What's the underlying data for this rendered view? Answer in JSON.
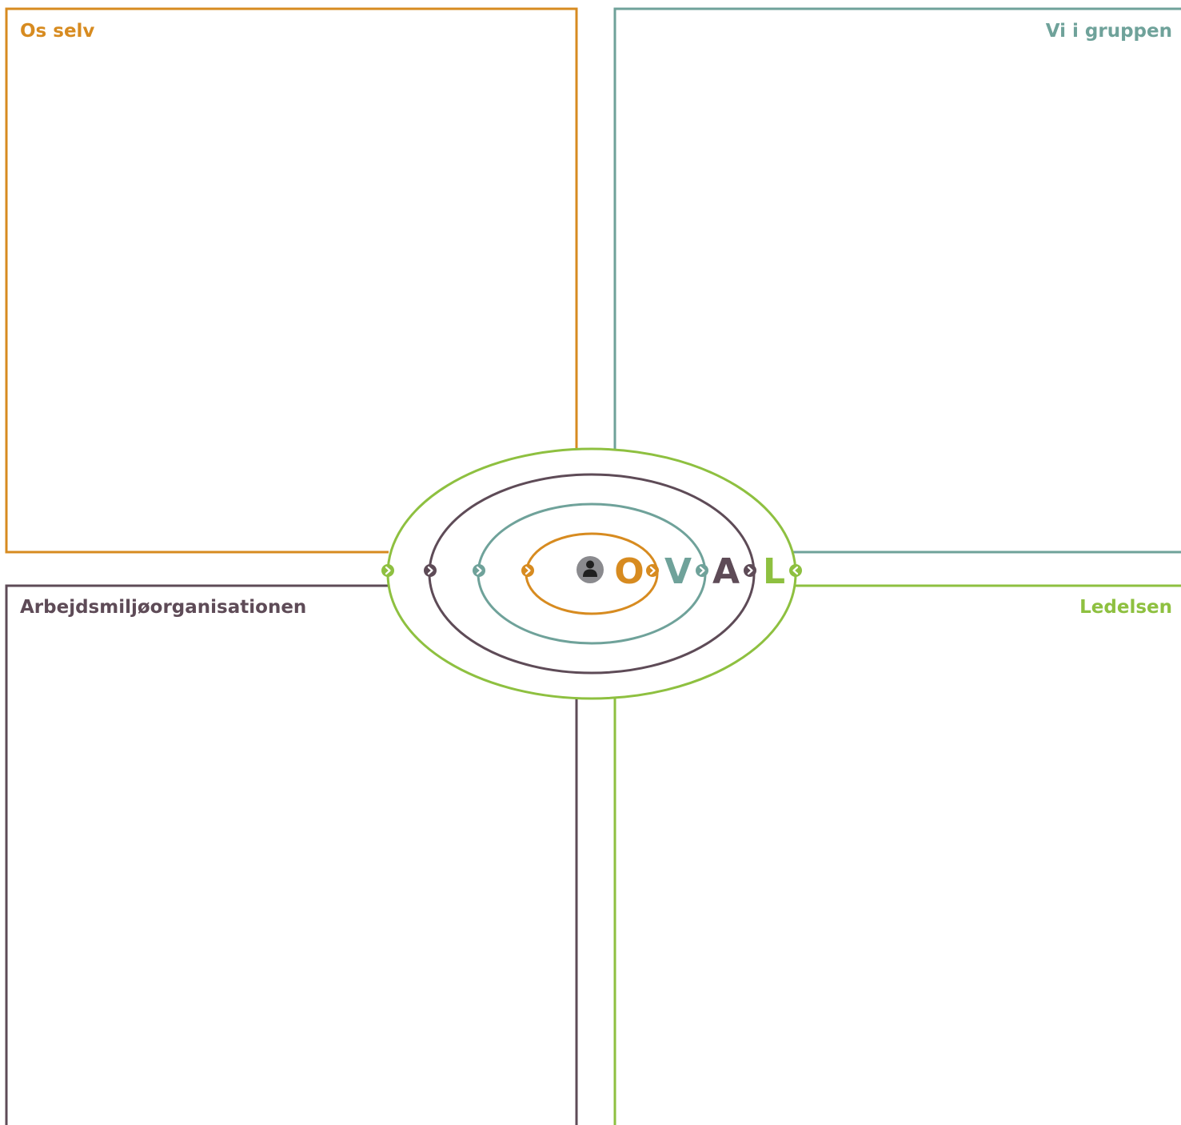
{
  "colors": {
    "os": "#D78B20",
    "vi": "#6FA29A",
    "arbejds": "#5E4B57",
    "ledelse": "#8EC040",
    "person_icon_bg": "#8A8A8E"
  },
  "quadrants": {
    "top_left": {
      "title": "Os selv"
    },
    "top_right": {
      "title": "Vi i gruppen"
    },
    "bottom_left": {
      "title": "Arbejdsmiljøorganisationen"
    },
    "bottom_right": {
      "title": "Ledelsen"
    }
  },
  "oval": {
    "letters": {
      "o": "O",
      "v": "V",
      "a": "A",
      "l": "L"
    },
    "center_icon": "person-icon",
    "ring_marker_icon": "chevron-right-icon",
    "outer_marker_icon": "chevron-left-icon"
  }
}
